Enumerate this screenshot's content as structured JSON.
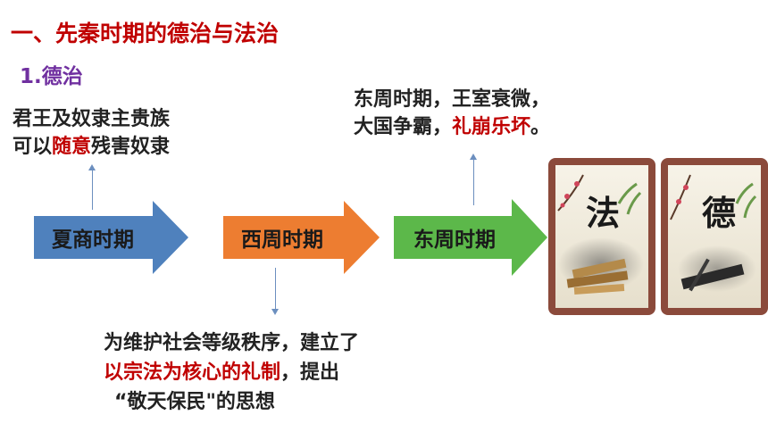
{
  "heading": "一、先秦时期的德治与法治",
  "subheading": "1.德治",
  "xia_shang_note": {
    "line1": "君王及奴隶主贵族",
    "line2_pre": "可以",
    "line2_red": "随意",
    "line2_post": "残害奴隶"
  },
  "east_zhou_note": {
    "line1": "东周时期，王室衰微，",
    "line2_pre": "大国争霸，",
    "line2_red": "礼崩乐坏",
    "line2_post": "。"
  },
  "west_zhou_note": {
    "line1": "为维护社会等级秩序，建立了",
    "line2_red": "以宗法为核心的礼制",
    "line2_post": "，提出",
    "line3": "“敬天保民\"的思想"
  },
  "timeline": [
    {
      "label": "夏商时期",
      "color": "#4f81bd"
    },
    {
      "label": "西周时期",
      "color": "#ed7d31"
    },
    {
      "label": "东周时期",
      "color": "#5cb84a"
    }
  ],
  "scrolls": {
    "left_char": "法",
    "right_char": "德",
    "frame_color": "#8b4a3b"
  }
}
